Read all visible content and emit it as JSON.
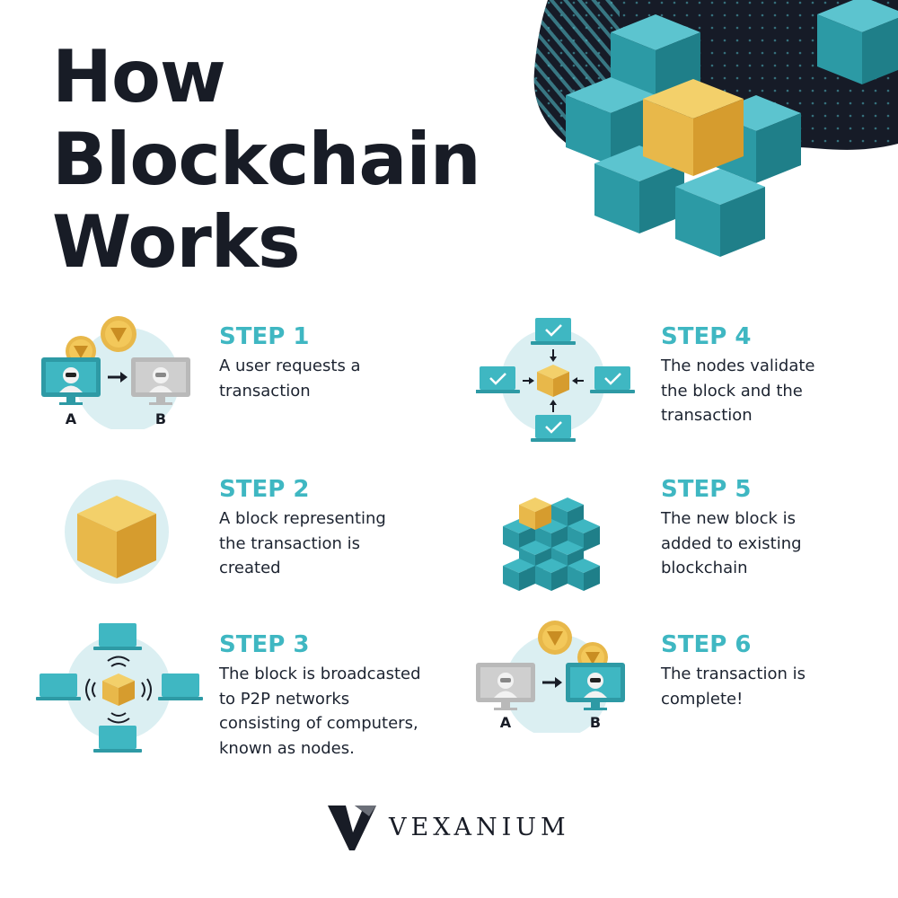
{
  "title": {
    "line1": "How",
    "line2": "Blockchain",
    "line3": "Works"
  },
  "colors": {
    "accent": "#3fb7c2",
    "teal": "#2e8f99",
    "gold": "#e8b84a",
    "dark": "#181c26",
    "light_circle": "#dbeff2"
  },
  "steps": [
    {
      "title": "STEP 1",
      "text": "A user requests a\ntransaction",
      "icon": "user-to-user-transfer-icon",
      "labels": {
        "a": "A",
        "b": "B"
      }
    },
    {
      "title": "STEP 2",
      "text": "A block representing\nthe transaction is\ncreated",
      "icon": "gold-block-icon"
    },
    {
      "title": "STEP 3",
      "text": "The block is broadcasted\nto P2P networks\nconsisting of computers,\nknown as nodes.",
      "icon": "broadcast-network-icon"
    },
    {
      "title": "STEP 4",
      "text": "The nodes validate\nthe block and the\ntransaction",
      "icon": "validation-nodes-icon"
    },
    {
      "title": "STEP 5",
      "text": "The new block is\nadded to existing\nblockchain",
      "icon": "blockchain-cluster-icon"
    },
    {
      "title": "STEP 6",
      "text": "The transaction is\ncomplete!",
      "icon": "completed-transfer-icon",
      "labels": {
        "a": "A",
        "b": "B"
      }
    }
  ],
  "logo": {
    "text": "VEXANIUM",
    "icon": "vexanium-logo-icon"
  }
}
